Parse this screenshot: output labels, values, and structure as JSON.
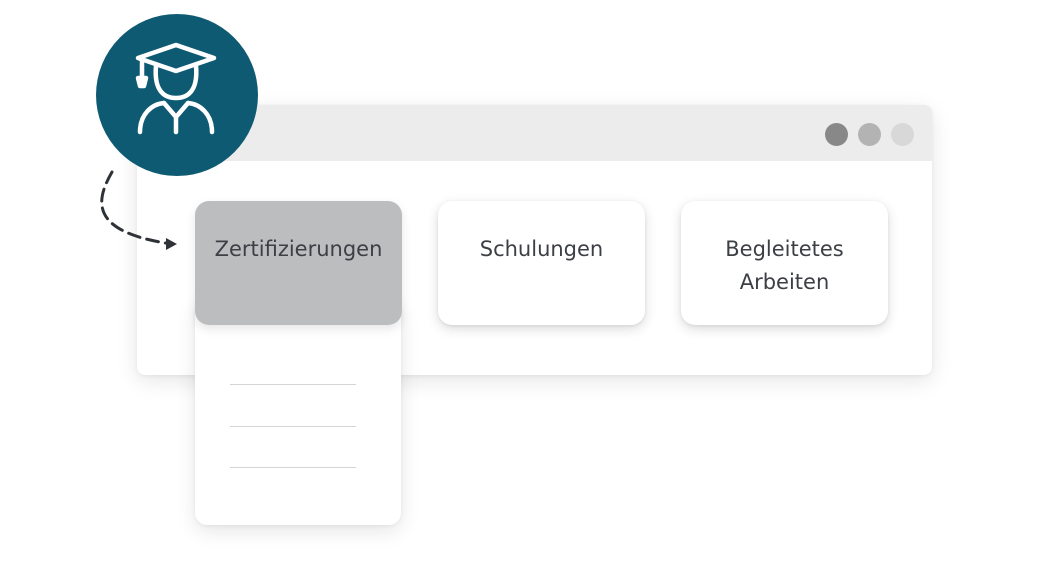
{
  "window": {
    "controls": [
      "dot-dark",
      "dot-medium",
      "dot-light"
    ]
  },
  "tabs": [
    {
      "label": "Zertifizierungen",
      "active": true
    },
    {
      "label": "Schulungen",
      "active": false
    },
    {
      "label": "Begleitetes\nArbeiten",
      "active": false
    }
  ],
  "dropdown": {
    "item_count": 3
  },
  "icons": {
    "avatar": "graduate-icon",
    "pointer": "dashed-arrow-icon"
  },
  "colors": {
    "accent": "#0f5a73",
    "active_tab": "#bbbdbf",
    "titlebar": "#ececec",
    "text": "#3c3f44"
  }
}
